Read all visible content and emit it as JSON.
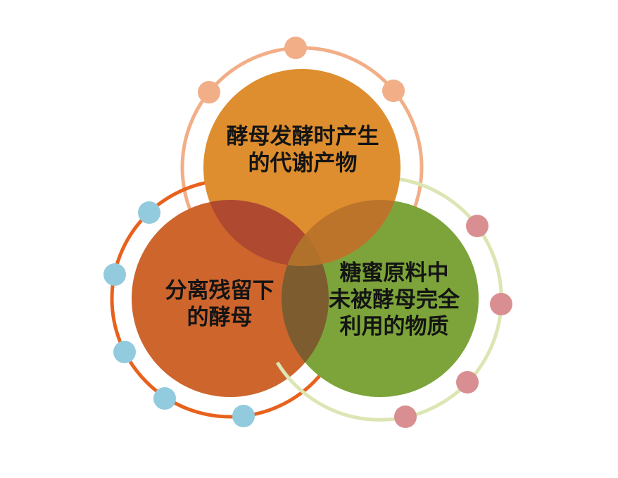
{
  "diagram": {
    "type": "venn3",
    "background": "#FFFFFF",
    "text_color": "#141414",
    "sets": [
      {
        "id": "top",
        "label_lines": [
          "酵母发酵时产生",
          "的代谢产物",
          ""
        ],
        "fill": "#DE8E2F",
        "ring_color": "#F2AE87",
        "dot_color": "#F2AE87",
        "dot_count": 3
      },
      {
        "id": "bottom-left",
        "label_lines": [
          "分离残留下",
          "的酵母",
          ""
        ],
        "fill": "#CD652D",
        "ring_color": "#E8611D",
        "dot_color": "#92CBDD",
        "dot_count": 5
      },
      {
        "id": "bottom-right",
        "label_lines": [
          "糖蜜原料中",
          "未被酵母完全",
          "利用的物质"
        ],
        "fill": "#7CA43A",
        "ring_color": "#DCE6B4",
        "dot_color": "#D98F91",
        "dot_count": 4
      }
    ],
    "overlaps": {
      "top_left": "#AF4930",
      "top_right": "#BC742B",
      "left_right": "#7D5C2F",
      "center": "#B0722B"
    }
  }
}
